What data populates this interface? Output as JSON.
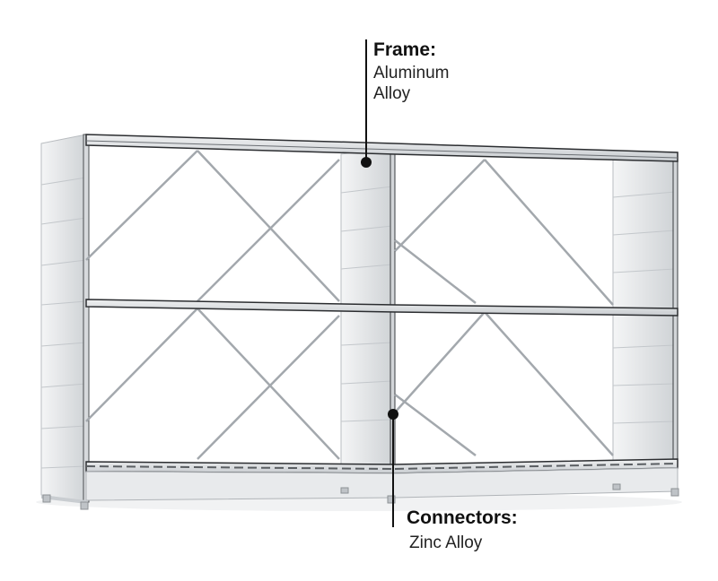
{
  "callouts": {
    "frame": {
      "title": "Frame:",
      "material": "Aluminum Alloy"
    },
    "connectors": {
      "title": "Connectors:",
      "material": "Zinc Alloy"
    }
  },
  "colors": {
    "background": "#ffffff",
    "aluminum": "#e4e6e8",
    "aluminum_shade": "#c9cdd1",
    "rod": "#9ea3a8",
    "edge": "#2b2d30",
    "callout_line": "#111111"
  }
}
